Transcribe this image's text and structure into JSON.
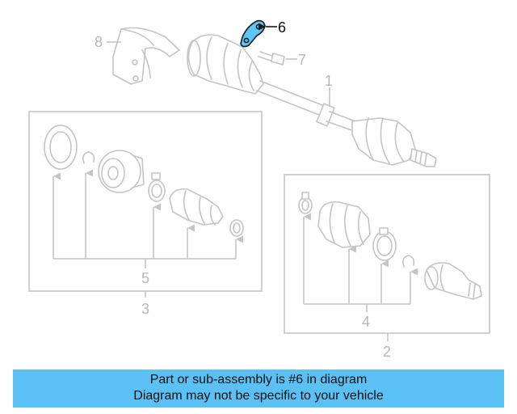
{
  "callouts": {
    "c1": "1",
    "c2": "2",
    "c3": "3",
    "c4": "4",
    "c5": "5",
    "c6": "6",
    "c7": "7",
    "c8": "8"
  },
  "highlight_color": "#5bc0f4",
  "banner": {
    "line1": "Part or sub-assembly is #6 in diagram",
    "line2": "Diagram may not be specific to your vehicle"
  }
}
